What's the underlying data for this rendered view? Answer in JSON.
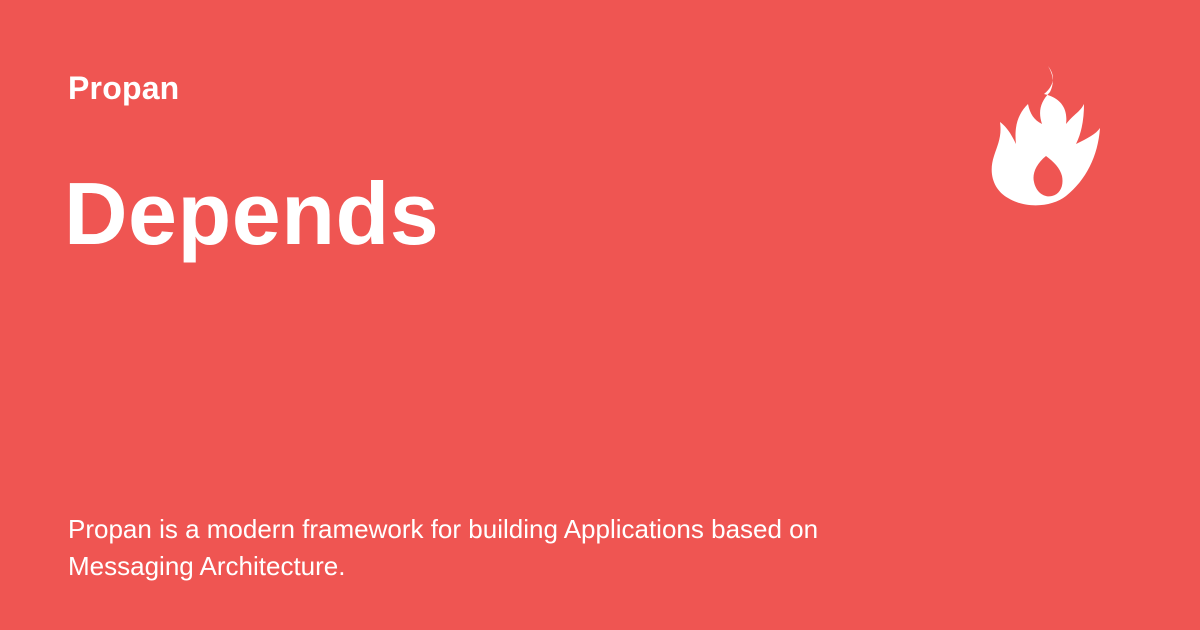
{
  "site": {
    "name": "Propan"
  },
  "page": {
    "title": "Depends",
    "description": "Propan is a modern framework for building Applications based on Messaging Architecture."
  },
  "logo": {
    "icon": "fire-icon"
  },
  "colors": {
    "background": "#EF5552",
    "foreground": "#FFFFFF"
  }
}
